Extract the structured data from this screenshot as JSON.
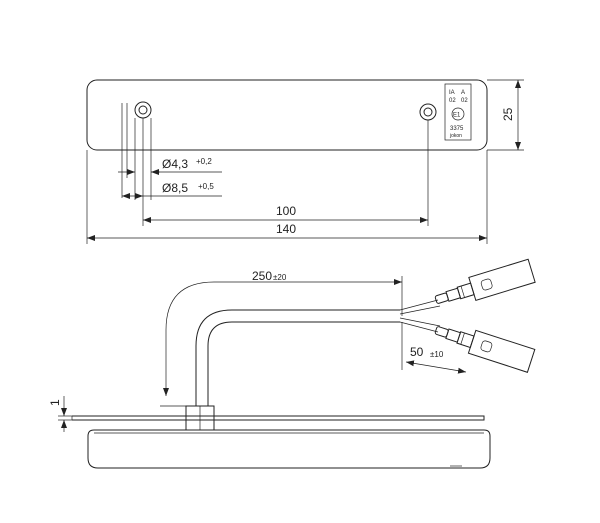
{
  "top_view": {
    "hole_dims": [
      {
        "value": "Ø4,3",
        "tolerance": "+0,2"
      },
      {
        "value": "Ø8,5",
        "tolerance": "+0,5"
      }
    ],
    "hole_spacing": "100",
    "total_length": "140",
    "height": "25",
    "label": {
      "line1_left": "IA",
      "line1_right": "A",
      "line2_left": "02",
      "line2_right": "02",
      "approval": "E1",
      "number": "3375",
      "brand": "jokon"
    }
  },
  "side_view": {
    "cable_length": "250",
    "cable_tolerance": "±20",
    "wire_length": "50",
    "wire_tolerance": "±10",
    "thickness": "1"
  }
}
